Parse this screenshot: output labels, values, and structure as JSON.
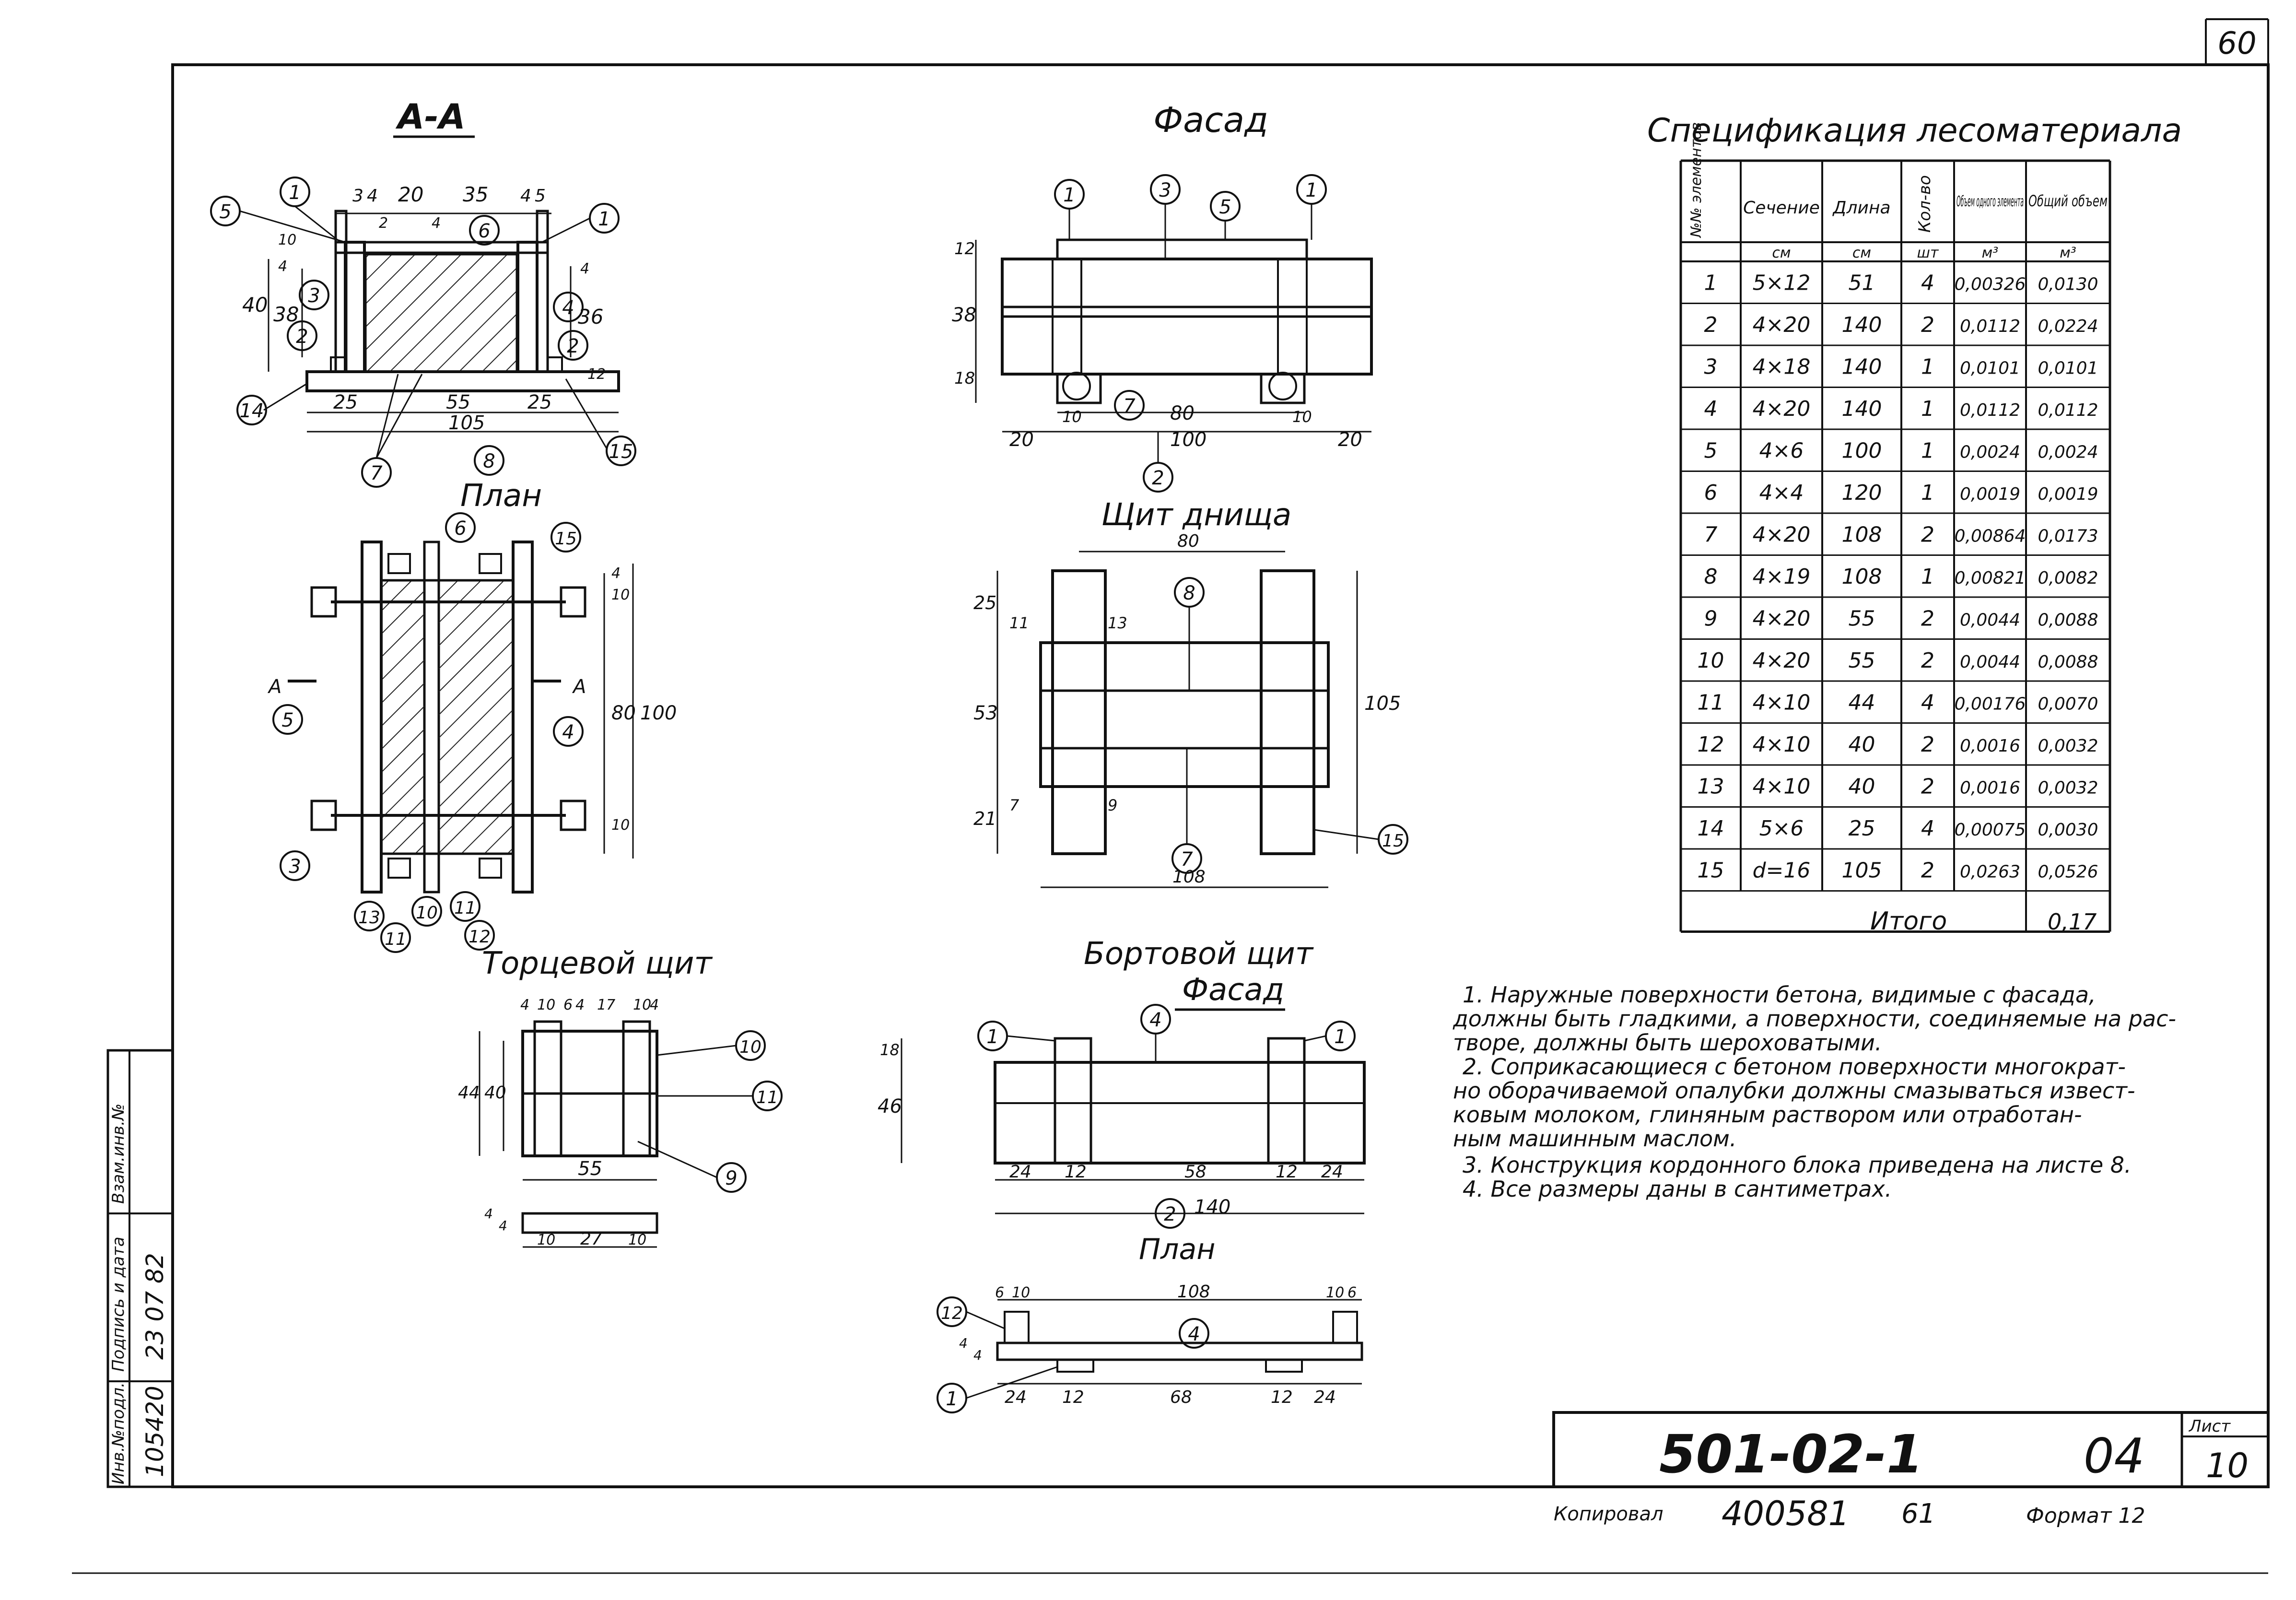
{
  "sheet": {
    "page_number": "60",
    "designation": "501-02-1",
    "sheet_code": "04",
    "sheet_label": "Лист",
    "sheet_no": "10",
    "copied_label": "Копировал",
    "inventory_no": "400581",
    "copy_no": "61",
    "format_label": "Формат 12",
    "side_stamp": {
      "col_labels": [
        "Инв.№подл.",
        "Подпись и дата",
        "Взам.инв.№"
      ],
      "inv_value": "105420",
      "date_value": "23 07 82"
    }
  },
  "views": {
    "section": {
      "title": "А-А",
      "dims": [
        "3",
        "4",
        "20",
        "35",
        "4",
        "5",
        "2",
        "4",
        "10",
        "4",
        "40",
        "38",
        "36",
        "4",
        "12",
        "25",
        "55",
        "25",
        "105"
      ],
      "callouts": [
        "5",
        "1",
        "6",
        "1",
        "3",
        "4",
        "2",
        "2",
        "14",
        "7",
        "8",
        "15"
      ]
    },
    "plan": {
      "title": "План",
      "cut_label": "А",
      "dims": [
        "4",
        "10",
        "80",
        "100",
        "10"
      ],
      "callouts": [
        "6",
        "15",
        "5",
        "4",
        "3",
        "13",
        "11",
        "10",
        "11",
        "12"
      ]
    },
    "facade": {
      "title": "Фасад",
      "dims": [
        "12",
        "38",
        "18",
        "10",
        "80",
        "10",
        "20",
        "100",
        "20"
      ],
      "callouts": [
        "1",
        "3",
        "5",
        "1",
        "7",
        "2"
      ]
    },
    "bottom_panel": {
      "title": "Щит днища",
      "dims": [
        "80",
        "25",
        "11",
        "13",
        "53",
        "21",
        "7",
        "9",
        "105",
        "108"
      ],
      "callouts": [
        "8",
        "7",
        "15"
      ]
    },
    "end_panel": {
      "title": "Торцевой щит",
      "dims": [
        "4",
        "10",
        "6",
        "4",
        "17",
        "10",
        "4",
        "44",
        "40",
        "55",
        "4",
        "4",
        "10",
        "27",
        "10"
      ],
      "callouts": [
        "10",
        "11",
        "9"
      ]
    },
    "side_panel": {
      "title": "Бортовой щит",
      "facade_title": "Фасад",
      "plan_title": "План",
      "facade_dims": [
        "18",
        "46",
        "24",
        "12",
        "58",
        "12",
        "24",
        "140"
      ],
      "facade_callouts": [
        "1",
        "4",
        "1",
        "2"
      ],
      "plan_dims": [
        "6",
        "10",
        "108",
        "10",
        "6",
        "4",
        "4",
        "24",
        "12",
        "68",
        "12",
        "24"
      ],
      "plan_callouts": [
        "12",
        "4",
        "1"
      ]
    }
  },
  "spec": {
    "title": "Спецификация лесоматериала",
    "headers": [
      "№№ элементов",
      "Сечение",
      "Длина",
      "Кол-во",
      "Объем одного элемента",
      "Общий объем"
    ],
    "units": [
      "",
      "см",
      "см",
      "шт",
      "м³",
      "м³"
    ],
    "rows": [
      [
        "1",
        "5×12",
        "51",
        "4",
        "0,00326",
        "0,0130"
      ],
      [
        "2",
        "4×20",
        "140",
        "2",
        "0,0112",
        "0,0224"
      ],
      [
        "3",
        "4×18",
        "140",
        "1",
        "0,0101",
        "0,0101"
      ],
      [
        "4",
        "4×20",
        "140",
        "1",
        "0,0112",
        "0,0112"
      ],
      [
        "5",
        "4×6",
        "100",
        "1",
        "0,0024",
        "0,0024"
      ],
      [
        "6",
        "4×4",
        "120",
        "1",
        "0,0019",
        "0,0019"
      ],
      [
        "7",
        "4×20",
        "108",
        "2",
        "0,00864",
        "0,0173"
      ],
      [
        "8",
        "4×19",
        "108",
        "1",
        "0,00821",
        "0,0082"
      ],
      [
        "9",
        "4×20",
        "55",
        "2",
        "0,0044",
        "0,0088"
      ],
      [
        "10",
        "4×20",
        "55",
        "2",
        "0,0044",
        "0,0088"
      ],
      [
        "11",
        "4×10",
        "44",
        "4",
        "0,00176",
        "0,0070"
      ],
      [
        "12",
        "4×10",
        "40",
        "2",
        "0,0016",
        "0,0032"
      ],
      [
        "13",
        "4×10",
        "40",
        "2",
        "0,0016",
        "0,0032"
      ],
      [
        "14",
        "5×6",
        "25",
        "4",
        "0,00075",
        "0,0030"
      ],
      [
        "15",
        "d=16",
        "105",
        "2",
        "0,0263",
        "0,0526"
      ]
    ],
    "total_label": "Итого",
    "total_value": "0,17"
  },
  "notes": [
    "1. Наружные поверхности бетона, видимые с фасада, должны быть гладкими, а поверхности, соединяемые на растворе, должны быть шероховатыми.",
    "2. Соприкасающиеся с бетоном поверхности многократно оборачиваемой опалубки должны смазываться известковым молоком, глиняным раствором или отработанным машинным маслом.",
    "3. Конструкция кордонного блока приведена на листе 8.",
    "4. Все размеры даны в сантиметрах."
  ]
}
